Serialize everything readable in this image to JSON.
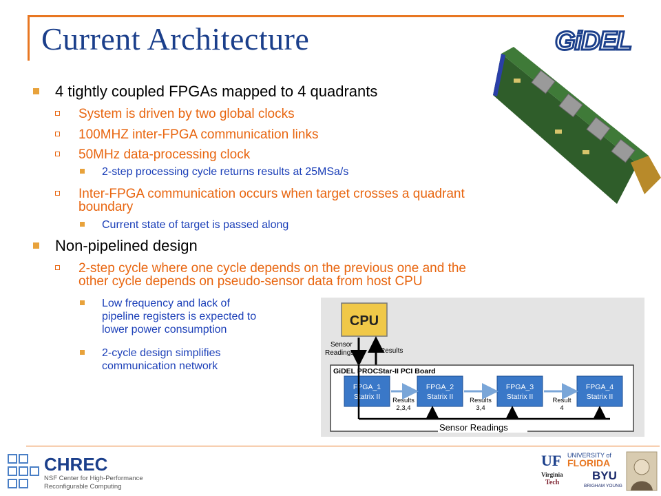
{
  "slide": {
    "title": "Current Architecture",
    "bullets": [
      {
        "text": "4 tightly coupled FPGAs mapped to 4 quadrants",
        "children": [
          {
            "text": "System is driven by two global clocks"
          },
          {
            "text": "100MHZ inter-FPGA communication links"
          },
          {
            "text": "50MHz data-processing clock",
            "children": [
              {
                "text": "2-step processing cycle returns results at 25MSa/s"
              }
            ]
          },
          {
            "text_line1": "Inter-FPGA communication occurs when target crosses a quadrant",
            "text_line2": "boundary",
            "children": [
              {
                "text": "Current state of target is passed along"
              }
            ]
          }
        ]
      },
      {
        "text": "Non-pipelined design",
        "children": [
          {
            "text_line1": "2-step cycle where one cycle depends on the previous one and the",
            "text_line2": "other cycle depends on pseudo-sensor data from host CPU",
            "children": [
              {
                "text_line1": "Low frequency and lack of",
                "text_line2": "pipeline registers is expected to",
                "text_line3": "lower power consumption"
              },
              {
                "text_line1": "2-cycle design simplifies",
                "text_line2": "communication network"
              }
            ]
          }
        ]
      }
    ]
  },
  "diagram": {
    "cpu": "CPU",
    "sensor_readings_in_line1": "Sensor",
    "sensor_readings_in_line2": "Readings",
    "results_up": "Results",
    "board_title": "GiDEL PROCStar-II PCI Board",
    "fpgas": [
      {
        "name": "FPGA_1",
        "sub": "Statrix II"
      },
      {
        "name": "FPGA_2",
        "sub": "Statrix II"
      },
      {
        "name": "FPGA_3",
        "sub": "Statrix II"
      },
      {
        "name": "FPGA_4",
        "sub": "Statrix II"
      }
    ],
    "link_labels": [
      {
        "line1": "Results",
        "line2": "2,3,4"
      },
      {
        "line1": "Results",
        "line2": "3,4"
      },
      {
        "line1": "Result",
        "line2": "4"
      }
    ],
    "sensor_bus": "Sensor Readings"
  },
  "footer": {
    "chrec_name": "CHREC",
    "chrec_line1": "NSF Center for High-Performance",
    "chrec_line2": "Reconfigurable Computing",
    "gidel": "GiDEL",
    "uf_line1": "UNIVERSITY of",
    "uf_line2": "FLORIDA",
    "uf_mark": "UF",
    "vt_line1": "Virginia",
    "vt_line2": "Tech",
    "byu": "BYU",
    "byu_sub": "BRIGHAM YOUNG"
  },
  "colors": {
    "accent_orange": "#e87722",
    "title_blue": "#1b3f8b",
    "sub_orange": "#e8650f",
    "l3_blue": "#1b3fb8",
    "fpga_blue": "#3a78c8"
  }
}
